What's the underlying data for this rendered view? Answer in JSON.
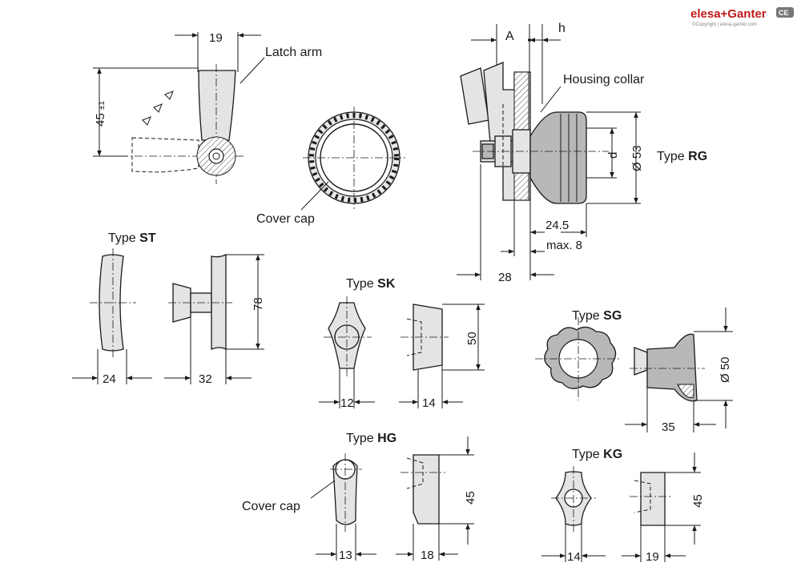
{
  "brand": {
    "name": "elesa+Ganter",
    "copyright": "©Copyright | elesa-ganter.com",
    "mark": "CE"
  },
  "labels": {
    "latch_arm": "Latch arm",
    "cover_cap_top": "Cover cap",
    "cover_cap_hg": "Cover cap",
    "housing_collar": "Housing collar"
  },
  "types": {
    "rg": {
      "prefix": "Type ",
      "code": "RG"
    },
    "st": {
      "prefix": "Type ",
      "code": "ST"
    },
    "sk": {
      "prefix": "Type ",
      "code": "SK"
    },
    "sg": {
      "prefix": "Type ",
      "code": "SG"
    },
    "hg": {
      "prefix": "Type ",
      "code": "HG"
    },
    "kg": {
      "prefix": "Type ",
      "code": "KG"
    }
  },
  "dims": {
    "latch_width": "19",
    "latch_height": "45",
    "latch_tol": "±1",
    "a": "A",
    "h": "h",
    "d": "d",
    "dia53": "Ø 53",
    "w24_5": "24.5",
    "max8": "max. 8",
    "w28": "28",
    "st_w": "24",
    "st_d": "32",
    "st_h": "78",
    "sk_w": "12",
    "sk_d": "14",
    "sk_h": "50",
    "sg_dia": "Ø 50",
    "sg_d": "35",
    "hg_w": "13",
    "hg_d": "18",
    "hg_h": "45",
    "kg_w": "14",
    "kg_d": "19",
    "kg_h": "45"
  }
}
